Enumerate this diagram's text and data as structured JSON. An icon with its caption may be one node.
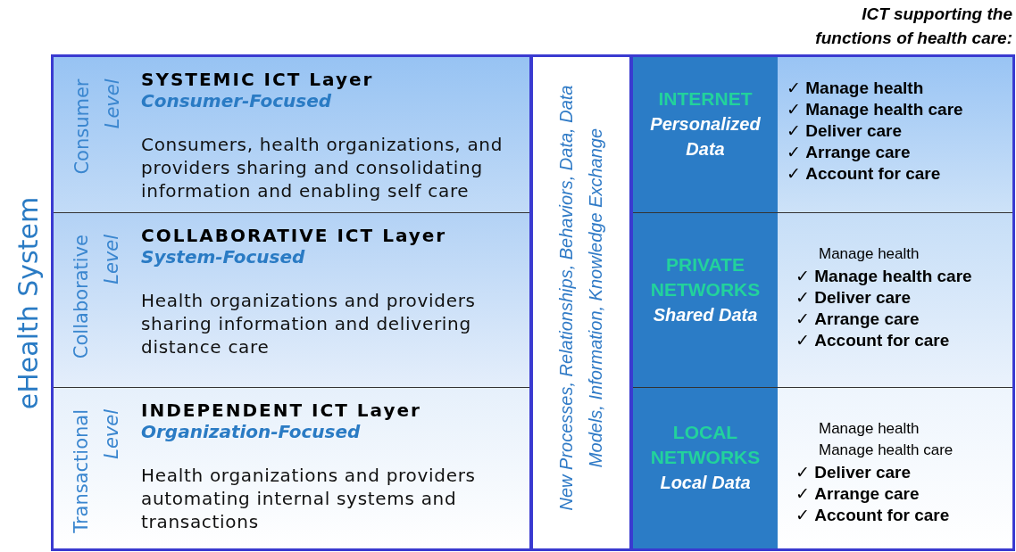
{
  "diagram": {
    "nodes": [
      {
        "text": [
          "Consumer",
          "Level",
          "SYSTEMIC ICT Layer",
          "Consumer-Focused",
          "Consumers, health organizations, and providers sharing and consolidating information and enabling self care"
        ]
      },
      {
        "text": [
          "Collaborative",
          "Level",
          "COLLABORATIVE ICT Layer",
          "System-Focused",
          "Health organizations and providers sharing information and delivering distance care"
        ]
      },
      {
        "text": [
          "Transactional",
          "Level",
          "INDEPENDENT ICT Layer",
          "Organization-Focused",
          "Health organizations and providers automating internal systems and transactions"
        ]
      },
      {
        "text": [
          "New Processes, Relationships, Behaviors, Data, Data Models, Information, Knowledge Exchange"
        ]
      },
      {
        "text": [
          "INTERNET",
          "Personalized Data"
        ]
      },
      {
        "text": [
          "PRIVATE NETWORKS",
          "Shared Data"
        ]
      },
      {
        "text": [
          "LOCAL NETWORKS",
          "Local Data"
        ]
      },
      {
        "text": [
          "✓ **Manage health**",
          "✓ **Manage health care**",
          "✓ **Deliver care**",
          "✓ **Arrange care**",
          "✓ **Account for care**"
        ]
      },
      {
        "text": [
          "Manage health",
          "✓ **Manage health care**",
          "✓ **Deliver care**",
          "✓ **Arrange care**",
          "✓ **Account for care**"
        ]
      },
      {
        "text": [
          "Manage health",
          "Manage health care",
          "✓ **Deliver care**",
          "✓ **Arrange care**",
          "✓ **Account for care**"
        ]
      }
    ],
    "labels": [
      "ICT supporting the functions of health care:",
      "eHealth System"
    ]
  }
}
